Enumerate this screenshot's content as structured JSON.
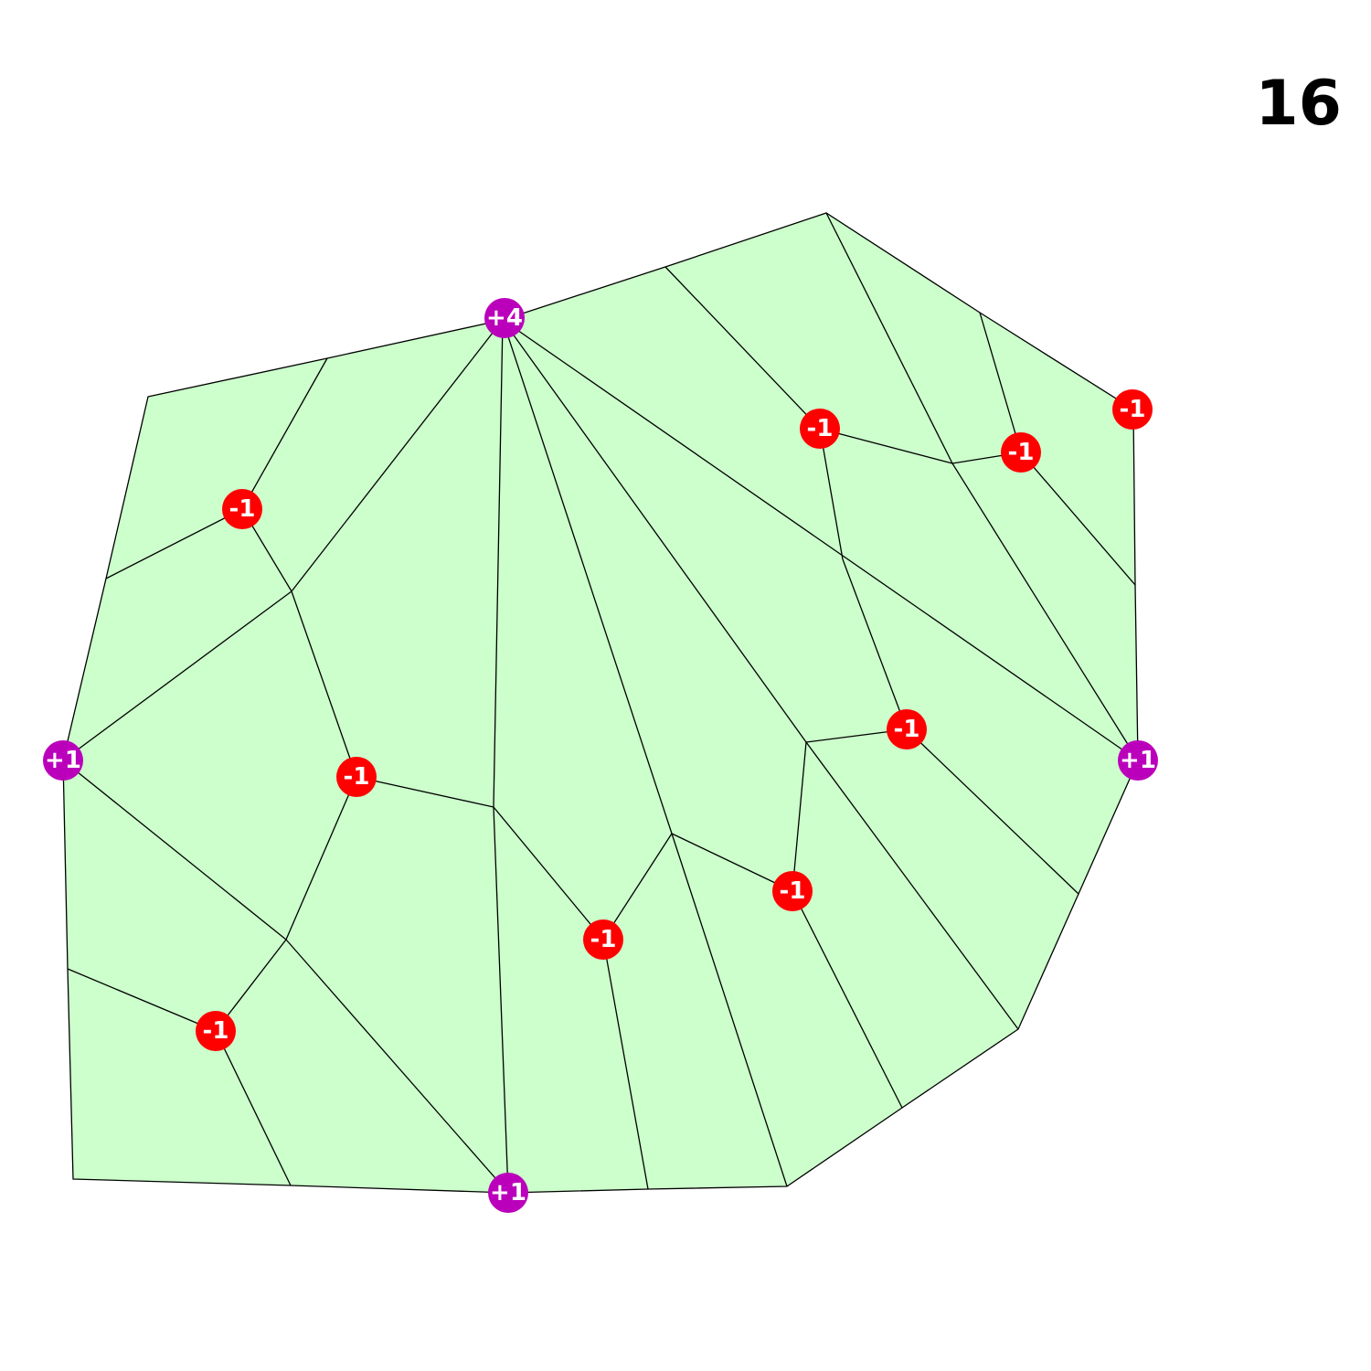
{
  "page_number": "16",
  "colors": {
    "fill": "#ccffcc",
    "edge": "#000000",
    "positive_marker": "#bb00bb",
    "negative_marker": "#ff0000",
    "marker_text": "#ffffff"
  },
  "markers": [
    {
      "id": "m1",
      "label": "+4",
      "type": "positive"
    },
    {
      "id": "m2",
      "label": "-1",
      "type": "negative"
    },
    {
      "id": "m3",
      "label": "-1",
      "type": "negative"
    },
    {
      "id": "m4",
      "label": "-1",
      "type": "negative"
    },
    {
      "id": "m5",
      "label": "-1",
      "type": "negative"
    },
    {
      "id": "m6",
      "label": "+1",
      "type": "positive"
    },
    {
      "id": "m7",
      "label": "-1",
      "type": "negative"
    },
    {
      "id": "m8",
      "label": "-1",
      "type": "negative"
    },
    {
      "id": "m9",
      "label": "+1",
      "type": "positive"
    },
    {
      "id": "m10",
      "label": "-1",
      "type": "negative"
    },
    {
      "id": "m11",
      "label": "-1",
      "type": "negative"
    },
    {
      "id": "m12",
      "label": "-1",
      "type": "negative"
    },
    {
      "id": "m13",
      "label": "+1",
      "type": "positive"
    }
  ]
}
